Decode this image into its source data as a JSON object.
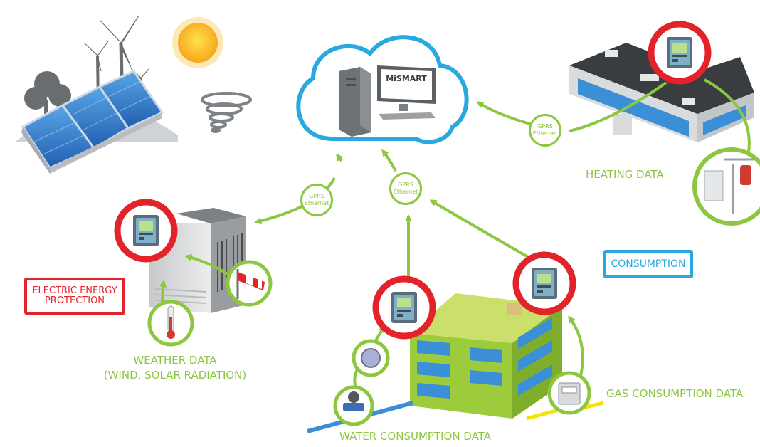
{
  "labels": {
    "heating": "HEATING DATA",
    "weather_line1": "WEATHER DATA",
    "weather_line2": "(WIND, SOLAR RADIATION)",
    "gas": "GAS CONSUMPTION DATA",
    "water": "WATER CONSUMPTION DATA"
  },
  "boxes": {
    "consumption": "CONSUMPTION",
    "protection_line1": "ELECTRIC ENERGY",
    "protection_line2": "PROTECTION"
  },
  "gprs_badge": {
    "line1": "GPRS",
    "line2": "Ethernet"
  },
  "monitor_brand": "MiSMART",
  "colors": {
    "green": "#8dc63f",
    "red": "#e2232a",
    "blue": "#2aa8e0",
    "yellow": "#f5e400",
    "building_green": "#9ccb3b",
    "window_blue": "#3a8fd6"
  },
  "icons": [
    "wind-turbine-icon",
    "solar-panel-icon",
    "sun-icon",
    "tornado-icon",
    "computer-icon",
    "cloud-icon",
    "energy-meter-icon",
    "thermometer-icon",
    "windsock-icon",
    "water-meter-icon",
    "gas-meter-icon",
    "boiler-icon"
  ]
}
